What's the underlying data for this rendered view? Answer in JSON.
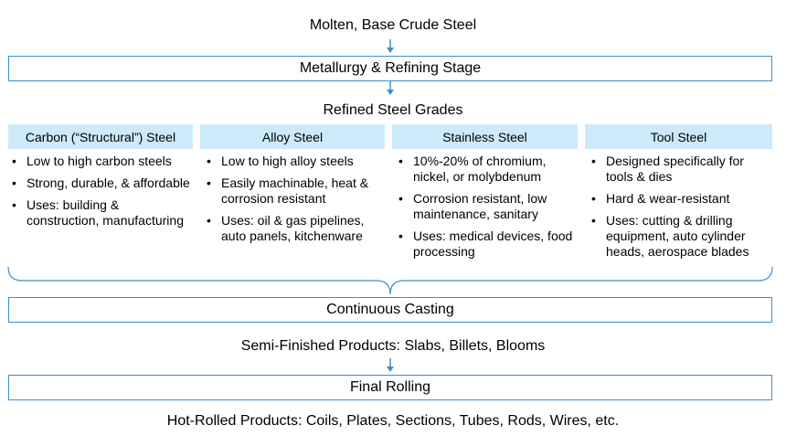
{
  "top_label": "Molten, Base Crude Steel",
  "stage_refining": "Metallurgy & Refining Stage",
  "grades_heading": "Refined Steel Grades",
  "grades": [
    {
      "title": "Carbon (“Structural”) Steel",
      "items": [
        "Low to high carbon steels",
        "Strong, durable, & affordable",
        "Uses: building & construction, manufacturing"
      ]
    },
    {
      "title": "Alloy Steel",
      "items": [
        "Low to high alloy steels",
        "Easily machinable, heat & corrosion resistant",
        "Uses: oil & gas pipelines, auto panels, kitchenware"
      ]
    },
    {
      "title": "Stainless Steel",
      "items": [
        "10%-20% of chromium, nickel, or molybdenum",
        "Corrosion resistant, low maintenance, sanitary",
        "Uses: medical devices, food processing"
      ]
    },
    {
      "title": "Tool Steel",
      "items": [
        "Designed specifically for tools & dies",
        "Hard & wear-resistant",
        "Uses: cutting & drilling equipment, auto cylinder heads, aerospace blades"
      ]
    }
  ],
  "stage_casting": "Continuous Casting",
  "semi_finished": "Semi-Finished Products: Slabs, Billets, Blooms",
  "stage_rolling": "Final Rolling",
  "hot_rolled": "Hot-Rolled Products: Coils, Plates, Sections, Tubes, Rods, Wires, etc.",
  "colors": {
    "accent": "#3c8fd1",
    "header_fill": "#cdeafa"
  }
}
